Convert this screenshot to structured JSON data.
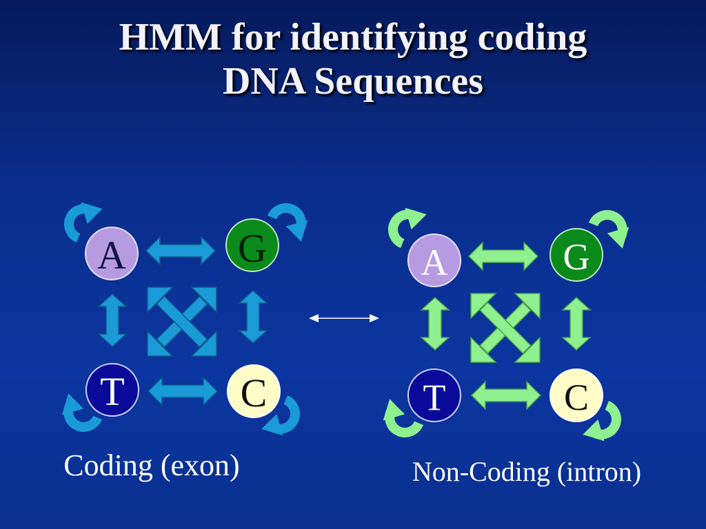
{
  "slide": {
    "title_line1": "HMM for identifying coding",
    "title_line2": "DNA Sequences"
  },
  "coding_model": {
    "caption": "Coding (exon)",
    "arrow_color": "#1a9ad6",
    "nodes": [
      {
        "id": "A",
        "label": "A",
        "fill": "#b79be0",
        "text_color": "#10104a"
      },
      {
        "id": "G",
        "label": "G",
        "fill": "#0a8a1a",
        "text_color": "#062006"
      },
      {
        "id": "T",
        "label": "T",
        "fill": "#0a0a9a",
        "text_color": "#ffffff"
      },
      {
        "id": "C",
        "label": "C",
        "fill": "#fffcc8",
        "text_color": "#101010"
      }
    ]
  },
  "noncoding_model": {
    "caption": "Non-Coding (intron)",
    "arrow_color": "#8ef08e",
    "nodes": [
      {
        "id": "A",
        "label": "A",
        "fill": "#b79be0",
        "text_color": "#ffffff"
      },
      {
        "id": "G",
        "label": "G",
        "fill": "#0a8a1a",
        "text_color": "#ffffff"
      },
      {
        "id": "T",
        "label": "T",
        "fill": "#0a0a9a",
        "text_color": "#ffffff"
      },
      {
        "id": "C",
        "label": "C",
        "fill": "#fffcc8",
        "text_color": "#101010"
      }
    ]
  },
  "colors": {
    "background": "#0a2d8c",
    "title": "#f2f2ff",
    "connector": "#ffffff"
  }
}
